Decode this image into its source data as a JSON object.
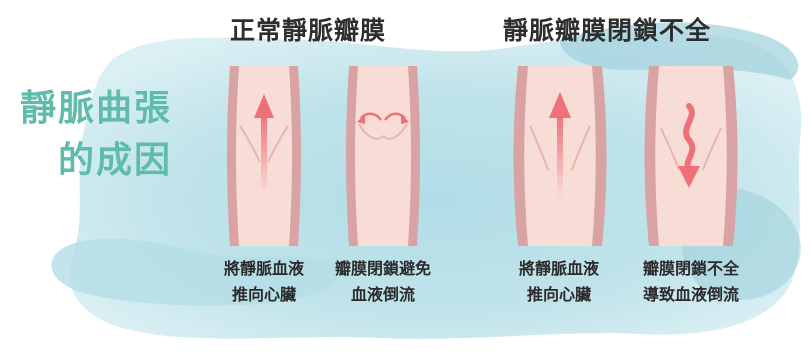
{
  "title": {
    "line1": "靜脈曲張",
    "line2": "的成因"
  },
  "sections": [
    {
      "heading": "正常靜脈瓣膜",
      "veins": [
        {
          "caption": [
            "將靜脈血液",
            "推向心臟"
          ]
        },
        {
          "caption": [
            "瓣膜閉鎖避免",
            "血液倒流"
          ]
        }
      ]
    },
    {
      "heading": "靜脈瓣膜閉鎖不全",
      "veins": [
        {
          "caption": [
            "將靜脈血液",
            "推向心臟"
          ]
        },
        {
          "caption": [
            "瓣膜閉鎖不全",
            "導致血液倒流"
          ]
        }
      ]
    }
  ],
  "colors": {
    "title": "#5fbcaa",
    "vein_fill": "#f8dcd6",
    "vein_wall": "#d9a2a3",
    "valve_line": "#e9b4b4",
    "arrow": "#ee7178",
    "wash": "#9fd3df"
  },
  "icons": [
    "up-arrow-icon",
    "spread-arrows-icon",
    "up-arrow-icon",
    "wavy-down-arrow-icon"
  ]
}
